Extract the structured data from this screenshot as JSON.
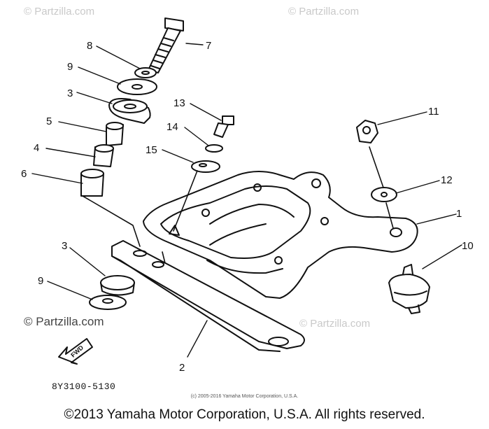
{
  "watermarks": {
    "top_left": "© Partzilla.com",
    "top_right": "© Partzilla.com",
    "mid_left": "© Partzilla.com",
    "mid_right": "© Partzilla.com"
  },
  "callouts": [
    "1",
    "2",
    "3",
    "3",
    "4",
    "5",
    "6",
    "7",
    "8",
    "9",
    "9",
    "10",
    "11",
    "12",
    "13",
    "14",
    "15"
  ],
  "fwd_label": "FWD",
  "part_number": "8Y3100-5130",
  "copyright_small": "(c) 2005-2016 Yamaha Motor Corporation, U.S.A.",
  "copyright_main": "©2013 Yamaha Motor Corporation, U.S.A. All rights reserved."
}
